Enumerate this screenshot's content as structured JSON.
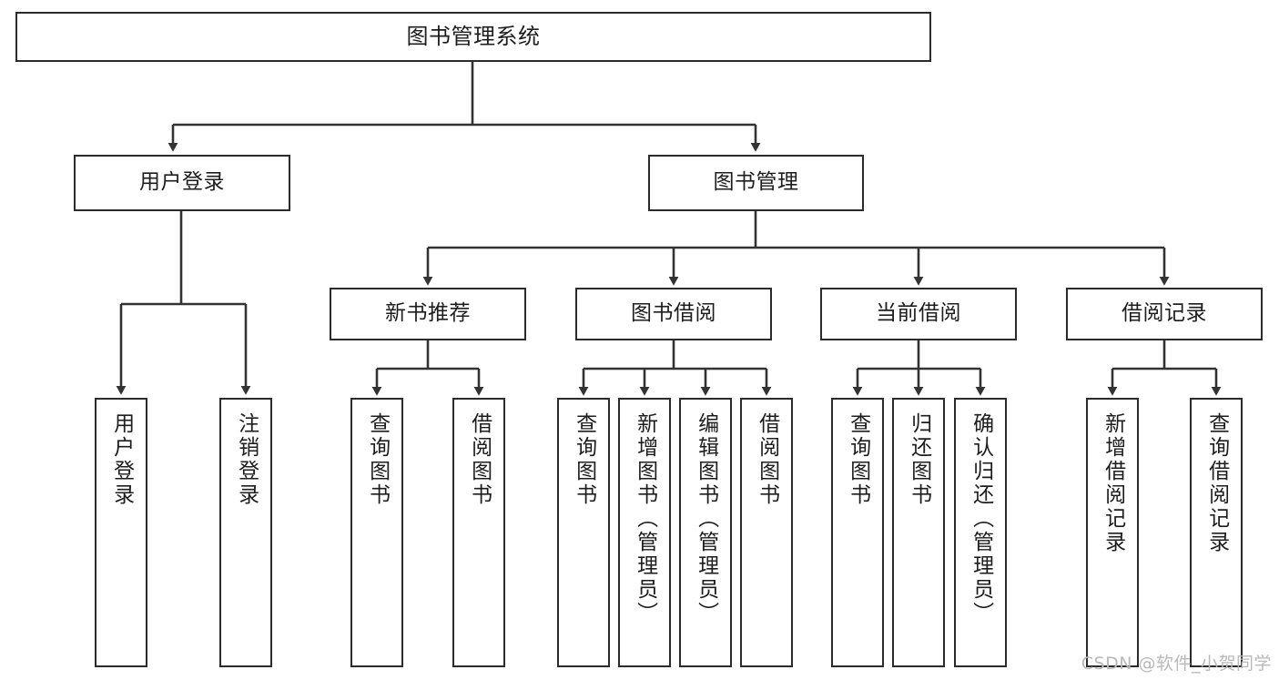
{
  "diagram": {
    "title": "图书管理系统",
    "type": "tree-hierarchy-chart",
    "watermark": "CSDN @软件_小贺同学",
    "colors": {
      "node_border": "#2b2b2b",
      "node_fill": "#ffffff",
      "edge": "#333333",
      "text": "#1d1d1d",
      "watermark": "#b9b9b9",
      "background": "#ffffff"
    },
    "levels": {
      "root": {
        "label": "图书管理系统"
      },
      "level2": [
        {
          "id": "user-login",
          "label": "用户登录"
        },
        {
          "id": "book-management",
          "label": "图书管理"
        }
      ],
      "level3": [
        {
          "id": "new-book-recommend",
          "label": "新书推荐"
        },
        {
          "id": "book-borrow",
          "label": "图书借阅"
        },
        {
          "id": "current-borrow",
          "label": "当前借阅"
        },
        {
          "id": "borrow-record",
          "label": "借阅记录"
        }
      ],
      "leaves": [
        {
          "id": "leaf-user-login",
          "label": "用户登录",
          "parent": "user-login"
        },
        {
          "id": "leaf-logout-login",
          "label": "注销登录",
          "parent": "user-login"
        },
        {
          "id": "leaf-query-book-1",
          "label": "查询图书",
          "parent": "new-book-recommend"
        },
        {
          "id": "leaf-borrow-book-1",
          "label": "借阅图书",
          "parent": "new-book-recommend"
        },
        {
          "id": "leaf-query-book-2",
          "label": "查询图书",
          "parent": "book-borrow"
        },
        {
          "id": "leaf-add-book",
          "label": "新增图书（管理员）",
          "parent": "book-borrow"
        },
        {
          "id": "leaf-edit-book",
          "label": "编辑图书（管理员）",
          "parent": "book-borrow"
        },
        {
          "id": "leaf-borrow-book-2",
          "label": "借阅图书",
          "parent": "book-borrow"
        },
        {
          "id": "leaf-query-book-3",
          "label": "查询图书",
          "parent": "current-borrow"
        },
        {
          "id": "leaf-return-book",
          "label": "归还图书",
          "parent": "current-borrow"
        },
        {
          "id": "leaf-confirm-return",
          "label": "确认归还（管理员）",
          "parent": "current-borrow"
        },
        {
          "id": "leaf-add-record",
          "label": "新增借阅记录",
          "parent": "borrow-record"
        },
        {
          "id": "leaf-query-record",
          "label": "查询借阅记录",
          "parent": "borrow-record"
        }
      ]
    }
  }
}
